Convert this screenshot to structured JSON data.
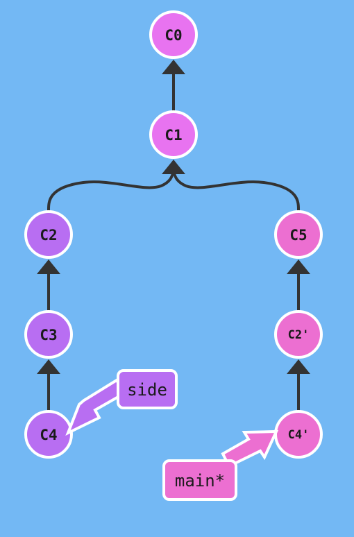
{
  "colors": {
    "background": "#73b8f4",
    "edge": "#333333",
    "node_stroke": "#ffffff",
    "shared": "#e873f0",
    "side": "#b86ef2",
    "main": "#ec6fd1"
  },
  "commits": [
    {
      "id": "C0",
      "label": "C0",
      "color_key": "shared"
    },
    {
      "id": "C1",
      "label": "C1",
      "color_key": "shared"
    },
    {
      "id": "C2",
      "label": "C2",
      "color_key": "side"
    },
    {
      "id": "C3",
      "label": "C3",
      "color_key": "side"
    },
    {
      "id": "C4",
      "label": "C4",
      "color_key": "side"
    },
    {
      "id": "C5",
      "label": "C5",
      "color_key": "main"
    },
    {
      "id": "C2p",
      "label": "C2'",
      "color_key": "main"
    },
    {
      "id": "C4p",
      "label": "C4'",
      "color_key": "main"
    }
  ],
  "edges": [
    {
      "from": "C1",
      "to": "C0"
    },
    {
      "from": "C2",
      "to": "C1"
    },
    {
      "from": "C5",
      "to": "C1"
    },
    {
      "from": "C3",
      "to": "C2"
    },
    {
      "from": "C4",
      "to": "C3"
    },
    {
      "from": "C2p",
      "to": "C5"
    },
    {
      "from": "C4p",
      "to": "C2p"
    }
  ],
  "branches": [
    {
      "name": "side",
      "label": "side",
      "target": "C4",
      "color_key": "side"
    },
    {
      "name": "main",
      "label": "main*",
      "target": "C4p",
      "color_key": "main"
    }
  ]
}
